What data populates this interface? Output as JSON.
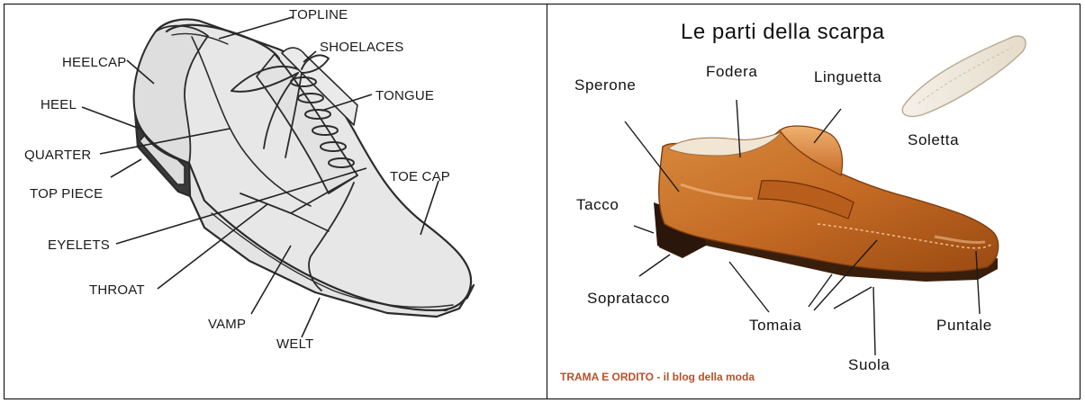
{
  "left_diagram": {
    "labels": {
      "topline": "TOPLINE",
      "shoelaces": "SHOELACES",
      "heelcap": "HEELCAP",
      "tongue": "TONGUE",
      "heel": "HEEL",
      "quarter": "QUARTER",
      "toe_cap": "TOE CAP",
      "top_piece": "TOP PIECE",
      "eyelets": "EYELETS",
      "throat": "THROAT",
      "vamp": "VAMP",
      "welt": "WELT"
    }
  },
  "right_diagram": {
    "title": "Le parti della scarpa",
    "labels": {
      "fodera": "Fodera",
      "linguetta": "Linguetta",
      "sperone": "Sperone",
      "soletta": "Soletta",
      "tacco": "Tacco",
      "sopratacco": "Sopratacco",
      "tomaia": "Tomaia",
      "puntale": "Puntale",
      "suola": "Suola"
    },
    "credit": "TRAMA E ORDITO - il blog della moda"
  }
}
